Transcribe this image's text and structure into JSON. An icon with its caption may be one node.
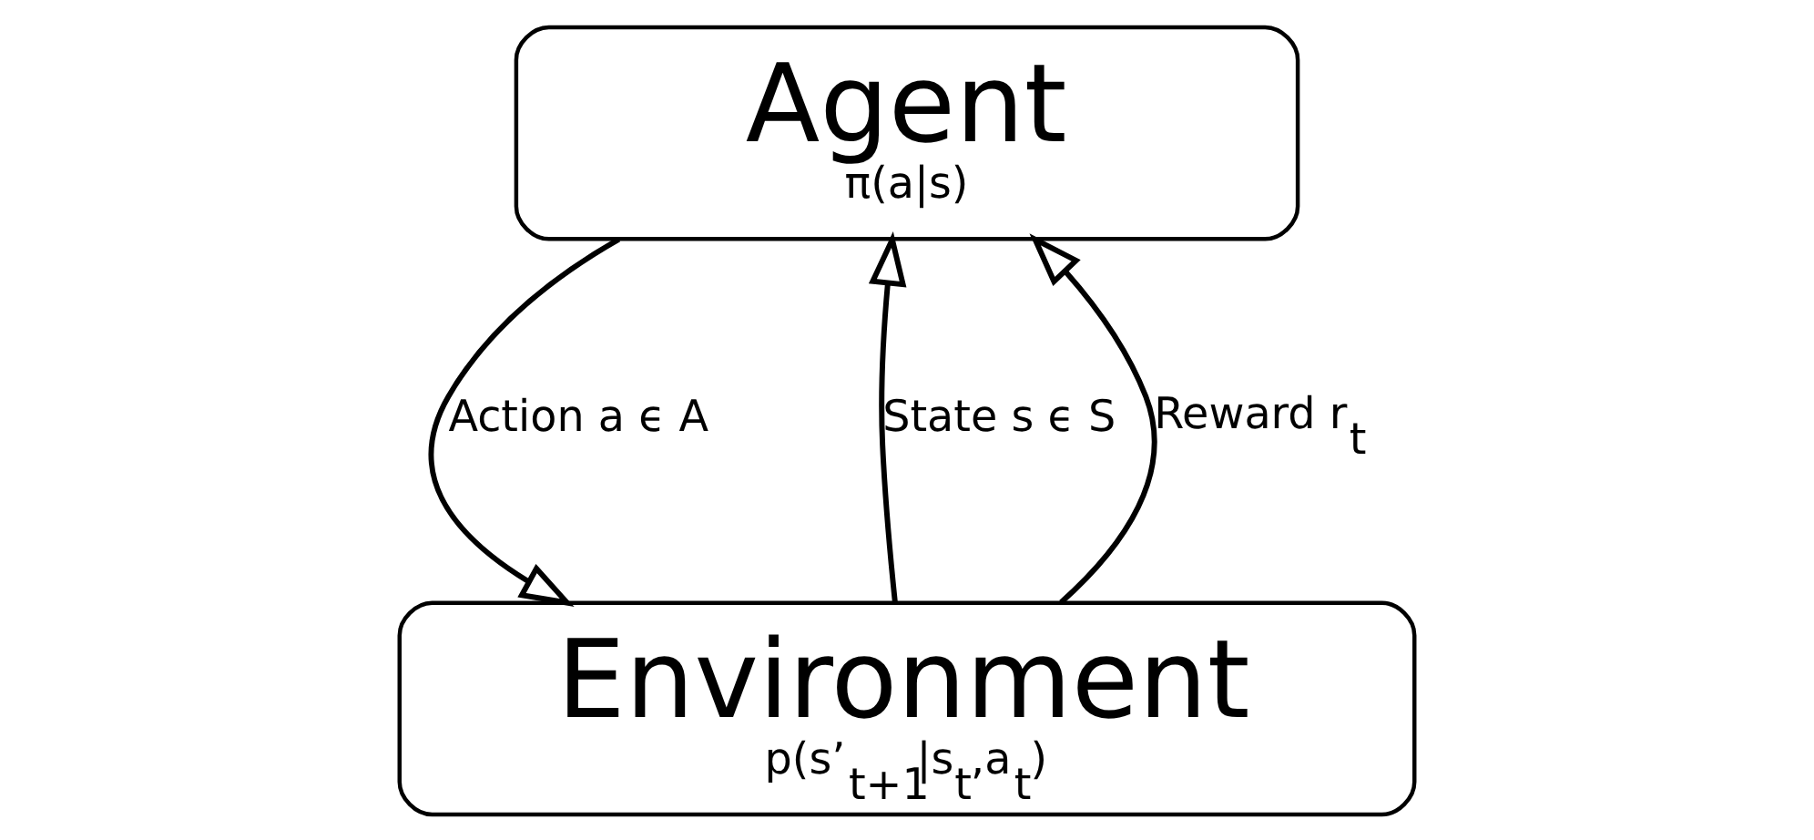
{
  "diagram": {
    "nodes": [
      {
        "text": [
          "Agent",
          "π(a|s)"
        ]
      },
      {
        "text": [
          "Environment",
          "p(s’$_{t+1}$|s$_{t}$,a$_{t}$)"
        ]
      }
    ],
    "edges": [
      {
        "from": 0,
        "to": 1,
        "arrow": "to",
        "label": "Action a ϵ A"
      },
      {
        "from": 1,
        "to": 0,
        "arrow": "to",
        "label": "State s ϵ S"
      },
      {
        "from": 1,
        "to": 0,
        "arrow": "to",
        "label": "Reward r$_{t}$"
      }
    ]
  }
}
